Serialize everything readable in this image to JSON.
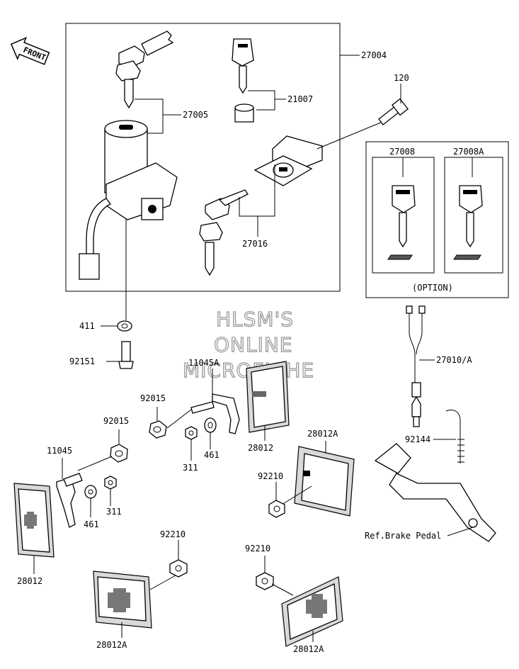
{
  "front_arrow": "FRONT",
  "watermark": [
    "HLSM'S",
    "ONLINE",
    "MICROFICHE"
  ],
  "option_label": "(OPTION)",
  "labels": {
    "p27004": "27004",
    "p27005": "27005",
    "p21007": "21007",
    "p120": "120",
    "p27016": "27016",
    "p27008": "27008",
    "p27008A": "27008A",
    "p411": "411",
    "p92151": "92151",
    "p11045A": "11045A",
    "p27010A": "27010/A",
    "p92015a": "92015",
    "p92015b": "92015",
    "p311a": "311",
    "p461a": "461",
    "p28012a": "28012",
    "p28012Aa": "28012A",
    "p11045": "11045",
    "p92210a": "92210",
    "p92144": "92144",
    "p461b": "461",
    "p311b": "311",
    "pRefBrake": "Ref.Brake Pedal",
    "p28012b": "28012",
    "p92210b": "92210",
    "p92210c": "92210",
    "p28012Ab": "28012A",
    "p28012Ac": "28012A"
  }
}
